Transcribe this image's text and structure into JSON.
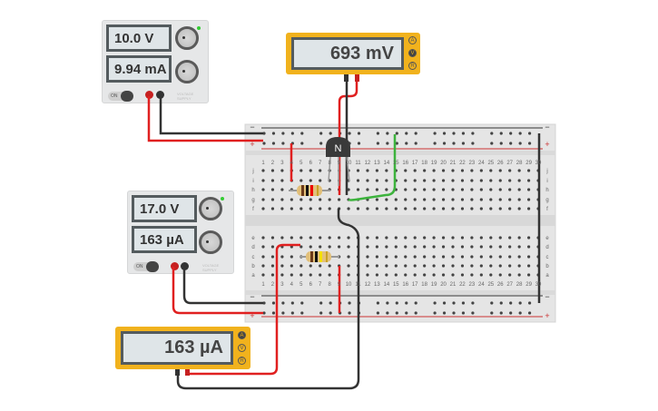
{
  "supply_top": {
    "voltage": "10.0 V",
    "current": "9.94 mA",
    "switch_label": "ON",
    "brand": "VOLTAGE SUPPLY"
  },
  "supply_bottom": {
    "voltage": "17.0 V",
    "current": "163 µA",
    "switch_label": "ON",
    "brand": "VOLTAGE SUPPLY"
  },
  "meter_top": {
    "reading": "693 mV",
    "modes": [
      "A",
      "V",
      "R"
    ],
    "active_mode": "V"
  },
  "meter_bottom": {
    "reading": "163 µA",
    "modes": [
      "A",
      "V",
      "R"
    ],
    "active_mode": "A"
  },
  "transistor": {
    "label": "N"
  },
  "breadboard": {
    "row_letters_top": [
      "j",
      "i",
      "h",
      "g",
      "f"
    ],
    "row_letters_bottom": [
      "e",
      "d",
      "c",
      "b",
      "a"
    ],
    "columns": 30,
    "rail_minus": "−",
    "rail_plus": "+"
  },
  "colors": {
    "wire_red": "#e02020",
    "wire_black": "#333333",
    "wire_green": "#3db33d",
    "meter_body": "#f1b21d"
  }
}
